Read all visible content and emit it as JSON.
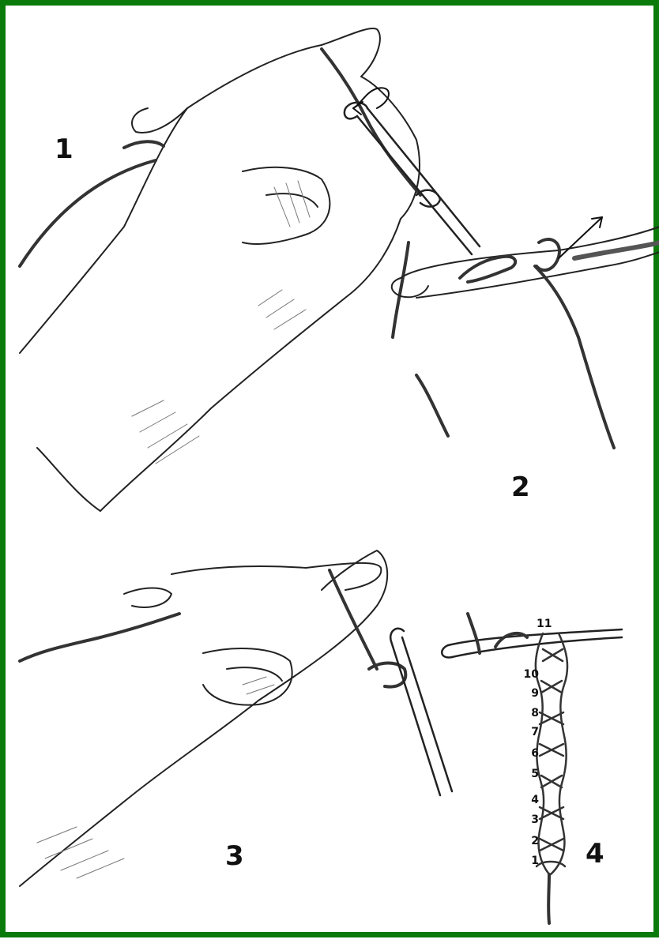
{
  "steps": [
    {
      "id": "1",
      "label": "1"
    },
    {
      "id": "2",
      "label": "2"
    },
    {
      "id": "3",
      "label": "3"
    },
    {
      "id": "4",
      "label": "4"
    }
  ],
  "chain_labels": [
    "11",
    "10",
    "9",
    "8",
    "7",
    "6",
    "5",
    "4",
    "3",
    "2",
    "1"
  ],
  "colors": {
    "border": "#0a7a0a",
    "ink": "#111111",
    "shade": "#555555",
    "background": "#ffffff"
  }
}
